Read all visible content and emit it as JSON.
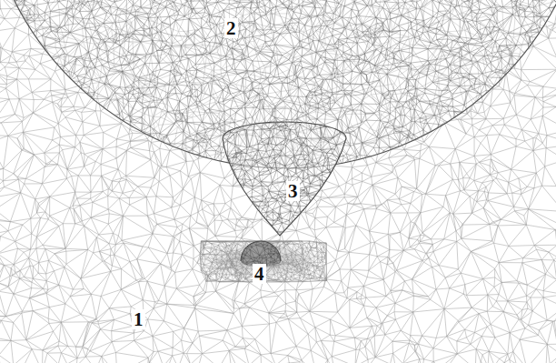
{
  "diagram": {
    "labels": [
      "2",
      "3",
      "4",
      "1"
    ]
  }
}
